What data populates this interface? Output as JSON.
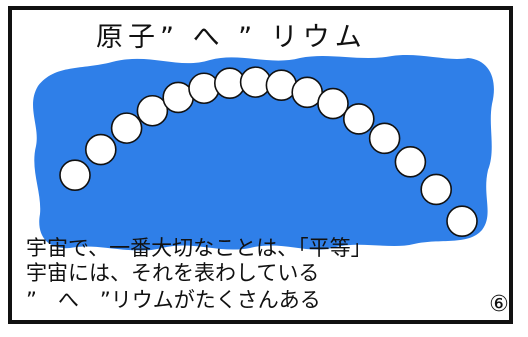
{
  "panel": {
    "title": "原子” へ ” リウム",
    "caption_lines": [
      "宇宙で、一番大切なことは、「平等」",
      "宇宙には、それを表わしている",
      "”　へ　”リウムがたくさんある"
    ],
    "number": "⑥"
  },
  "colors": {
    "background_blob": "#2f7fe8",
    "border": "#111111",
    "ball_fill": "#ffffff"
  },
  "illustration": {
    "ball_count": 16
  }
}
